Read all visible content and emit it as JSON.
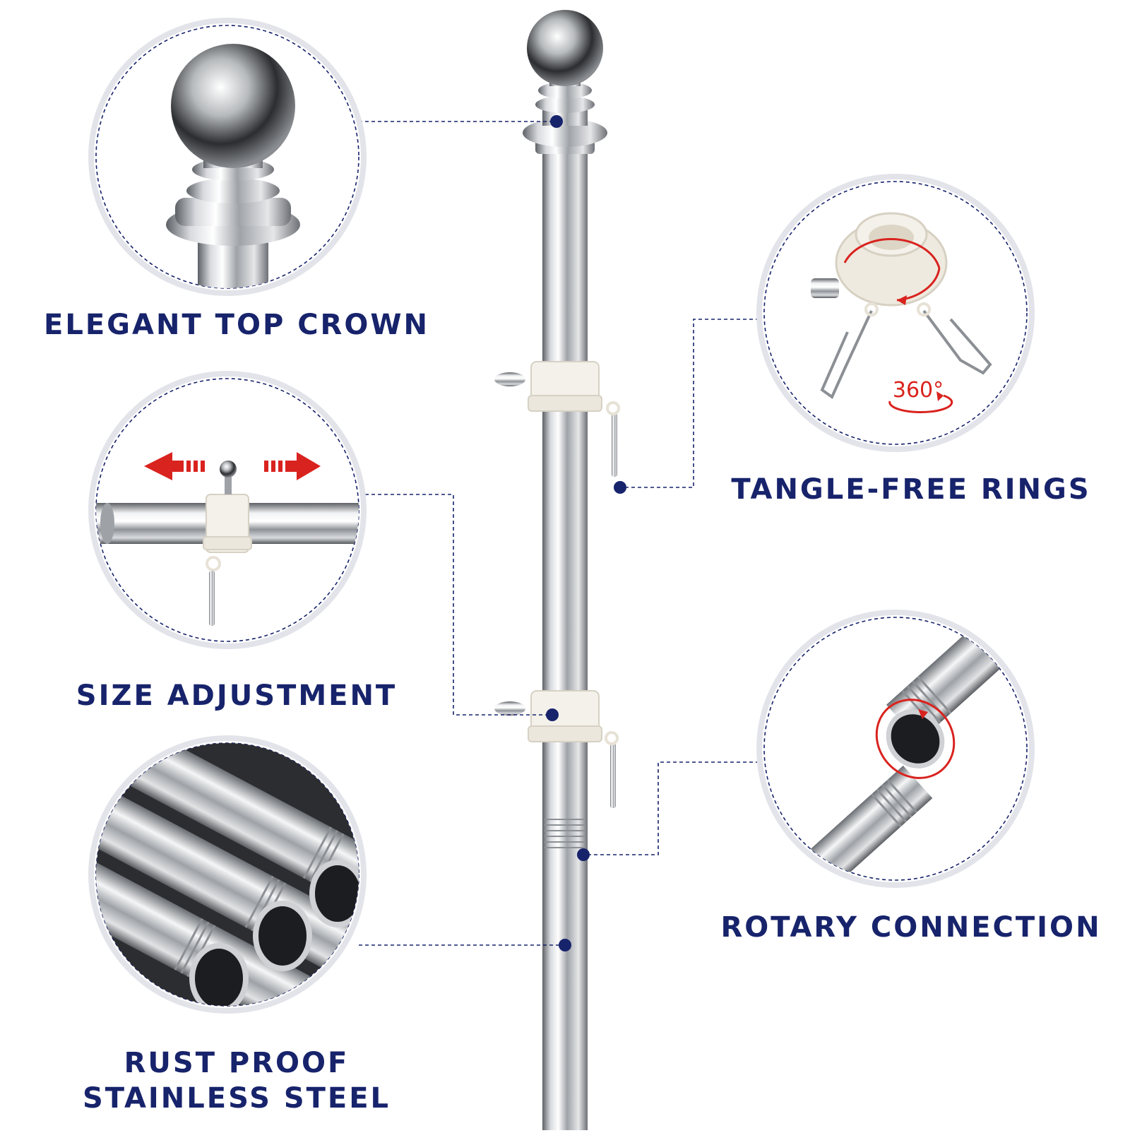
{
  "features": {
    "top_crown": "ELEGANT TOP CROWN",
    "size_adjustment": "SIZE ADJUSTMENT",
    "rust_proof_line1": "RUST PROOF",
    "rust_proof_line2": "STAINLESS STEEL",
    "tangle_free": "TANGLE-FREE RINGS",
    "rotary": "ROTARY CONNECTION",
    "rotation_badge": "360°"
  },
  "colors": {
    "navy": "#17236b",
    "accent_red": "#d9231f",
    "steel": "#c8cacd"
  }
}
